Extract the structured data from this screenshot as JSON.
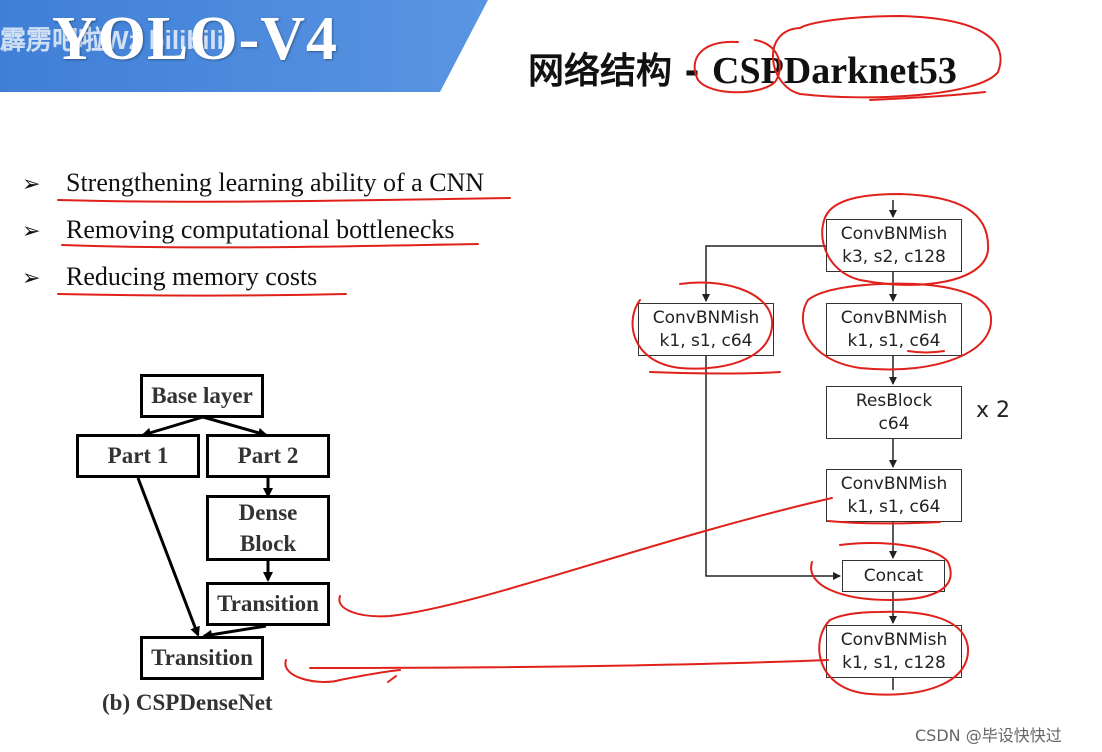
{
  "header": {
    "title": "YOLO-V4",
    "watermark": "霹雳吧啦Wz bilibili",
    "banner_color": "#4a86d9"
  },
  "slide_title": {
    "cn": "网络结构 - ",
    "en": "CSPDarknet53"
  },
  "bullets": [
    {
      "mark": "➢",
      "text": "Strengthening learning ability of a CNN"
    },
    {
      "mark": "➢",
      "text": "Removing computational bottlenecks"
    },
    {
      "mark": "➢",
      "text": "Reducing memory costs"
    }
  ],
  "left_diagram": {
    "base": "Base layer",
    "part1": "Part 1",
    "part2": "Part 2",
    "dense": "Dense Block",
    "transition1": "Transition",
    "transition2": "Transition",
    "caption": "(b) CSPDenseNet"
  },
  "right_diagram": {
    "b1": {
      "l1": "ConvBNMish",
      "l2": "k3, s2, c128"
    },
    "b2": {
      "l1": "ConvBNMish",
      "l2": "k1, s1, c64"
    },
    "b3": {
      "l1": "ConvBNMish",
      "l2": "k1, s1, c64"
    },
    "b4": {
      "l1": "ResBlock",
      "l2": "c64"
    },
    "repeat": "x 2",
    "b5": {
      "l1": "ConvBNMish",
      "l2": "k1, s1, c64"
    },
    "b6": {
      "l1": "Concat"
    },
    "b7": {
      "l1": "ConvBNMish",
      "l2": "k1, s1, c128"
    }
  },
  "annotation_color": "#e0201b",
  "credit": "CSDN @毕设快快过"
}
